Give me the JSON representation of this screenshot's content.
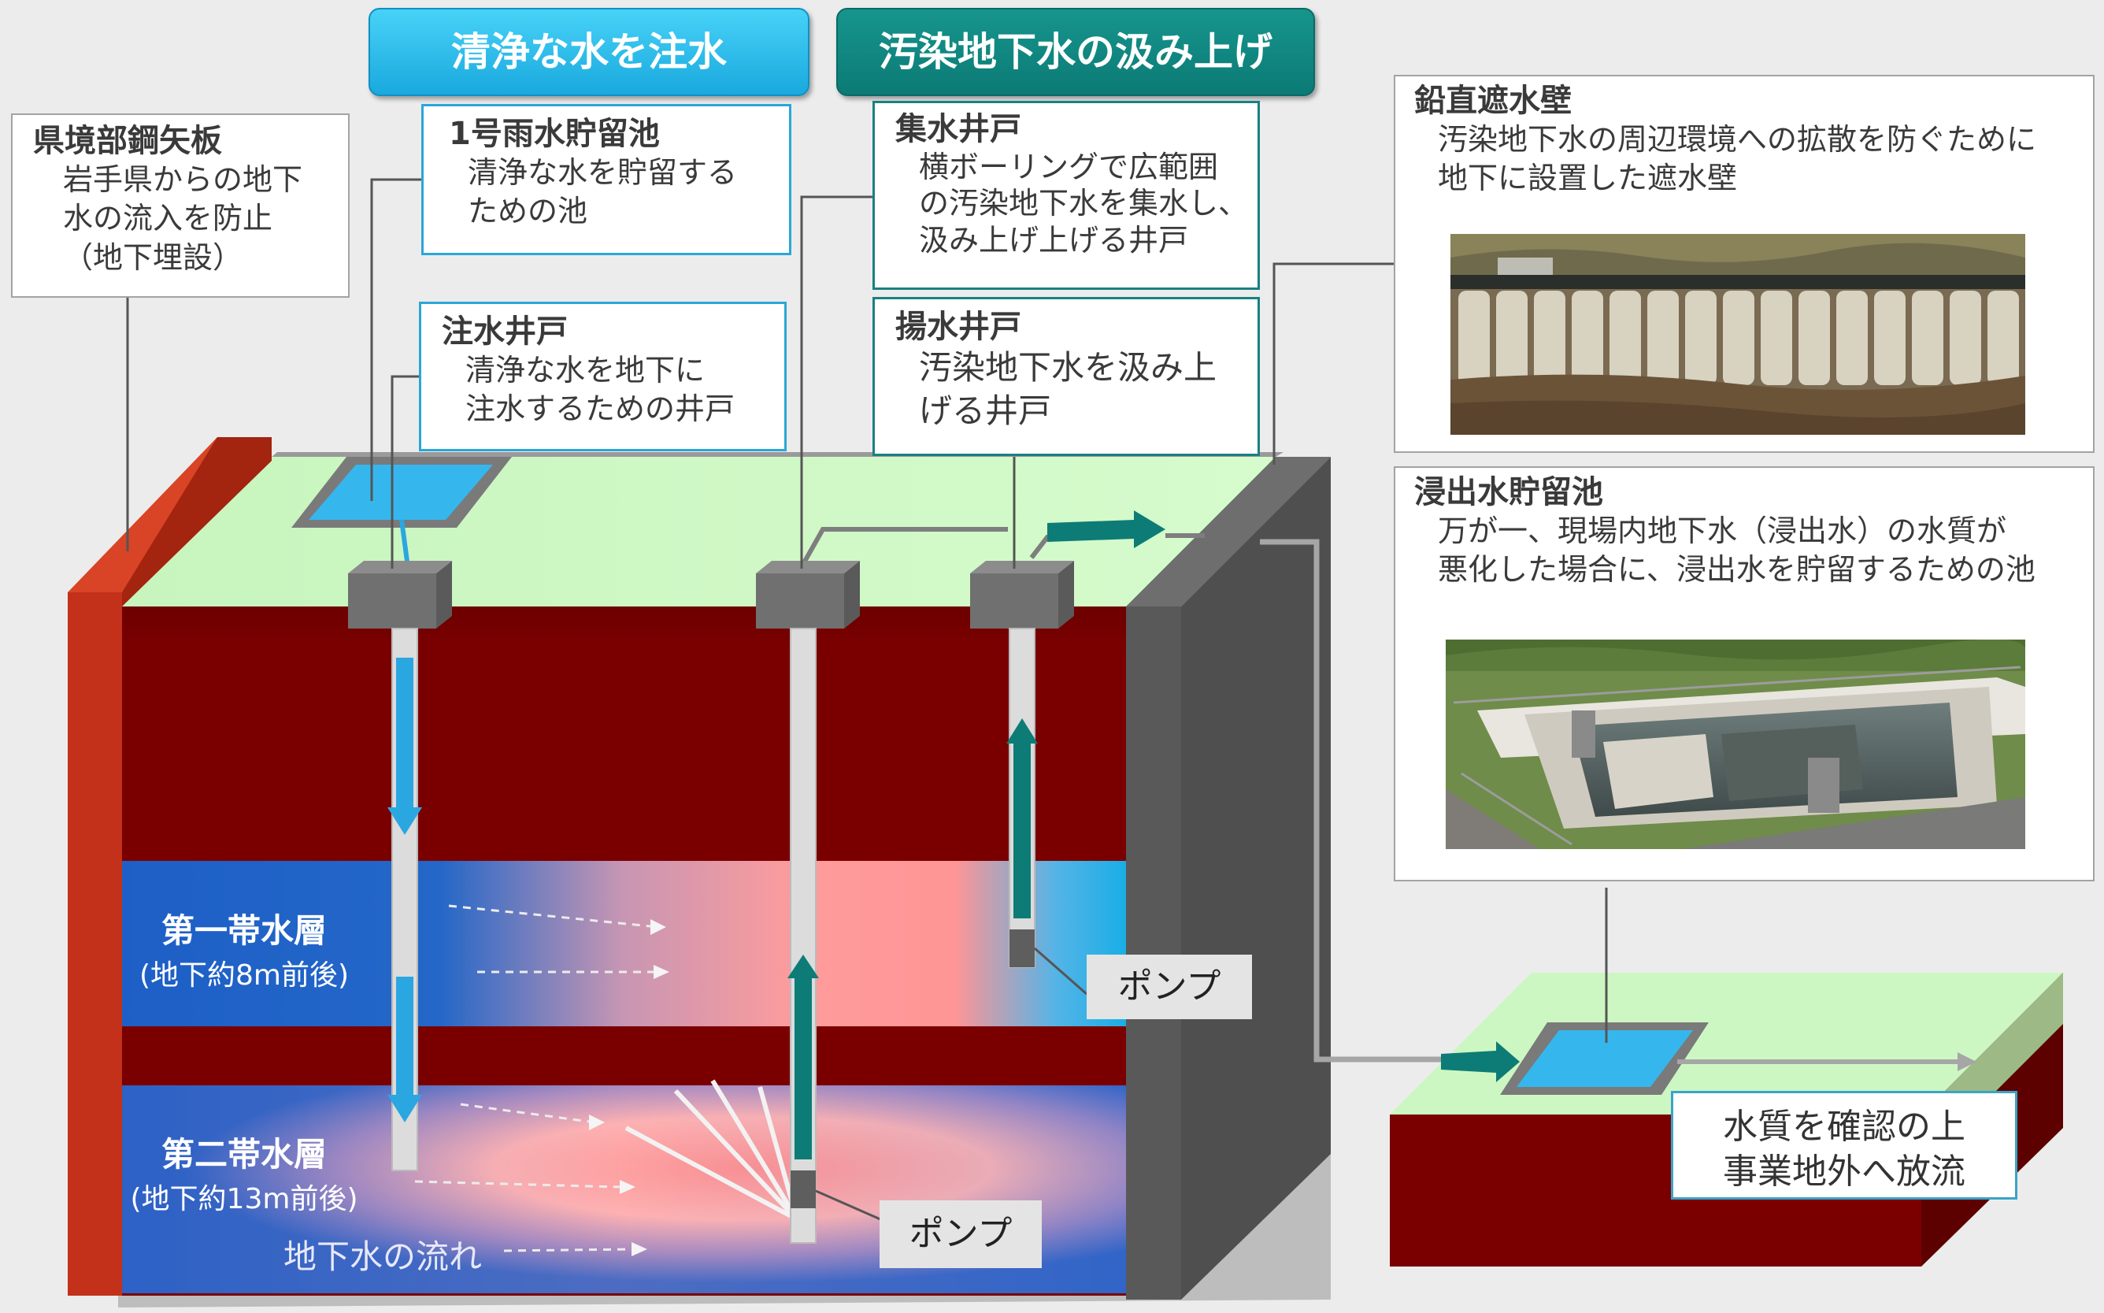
{
  "banners": {
    "inject": "清浄な水を注水",
    "pumpup": "汚染地下水の汲み上げ"
  },
  "callouts": {
    "sheet_pile": {
      "title": "県境部鋼矢板",
      "body": "岩手県からの地下\n水の流入を防止\n（地下埋設）"
    },
    "rain_pond": {
      "title": "1号雨水貯留池",
      "body": "清浄な水を貯留する\nための池"
    },
    "injection_well": {
      "title": "注水井戸",
      "body": "清浄な水を地下に\n注水するための井戸"
    },
    "collection_well": {
      "title": "集水井戸",
      "body": "横ボーリングで広範囲\nの汚染地下水を集水し、\n汲み上げ上げる井戸"
    },
    "pumping_well": {
      "title": "揚水井戸",
      "body": "汚染地下水を汲み上\nげる井戸"
    },
    "cutoff_wall": {
      "title": "鉛直遮水壁",
      "body": "汚染地下水の周辺環境への拡散を防ぐために\n地下に設置した遮水壁"
    },
    "leachate_pond": {
      "title": "浸出水貯留池",
      "body": "万が一、現場内地下水（浸出水）の水質が\n悪化した場合に、浸出水を貯留するための池"
    }
  },
  "aquifers": {
    "first_name": "第一帯水層",
    "first_depth": "(地下約8m前後)",
    "second_name": "第二帯水層",
    "second_depth": "(地下約13m前後)",
    "flow_label": "地下水の流れ"
  },
  "pumps": {
    "label1": "ポンプ",
    "label2": "ポンプ"
  },
  "discharge": "水質を確認の上\n事業地外へ放流",
  "colors": {
    "soil": "#7a0000",
    "surface": "#ccf8c3",
    "aquifer_blue": "#1f63c8",
    "contamination": "#ff9a9a",
    "sheet_pile": "#c32c12",
    "wall": "#595959",
    "inject_arrow": "#2aa7e0",
    "pump_arrow": "#0d7c76"
  },
  "icons": [
    "down-arrow-icon",
    "up-arrow-icon",
    "right-arrow-icon"
  ]
}
